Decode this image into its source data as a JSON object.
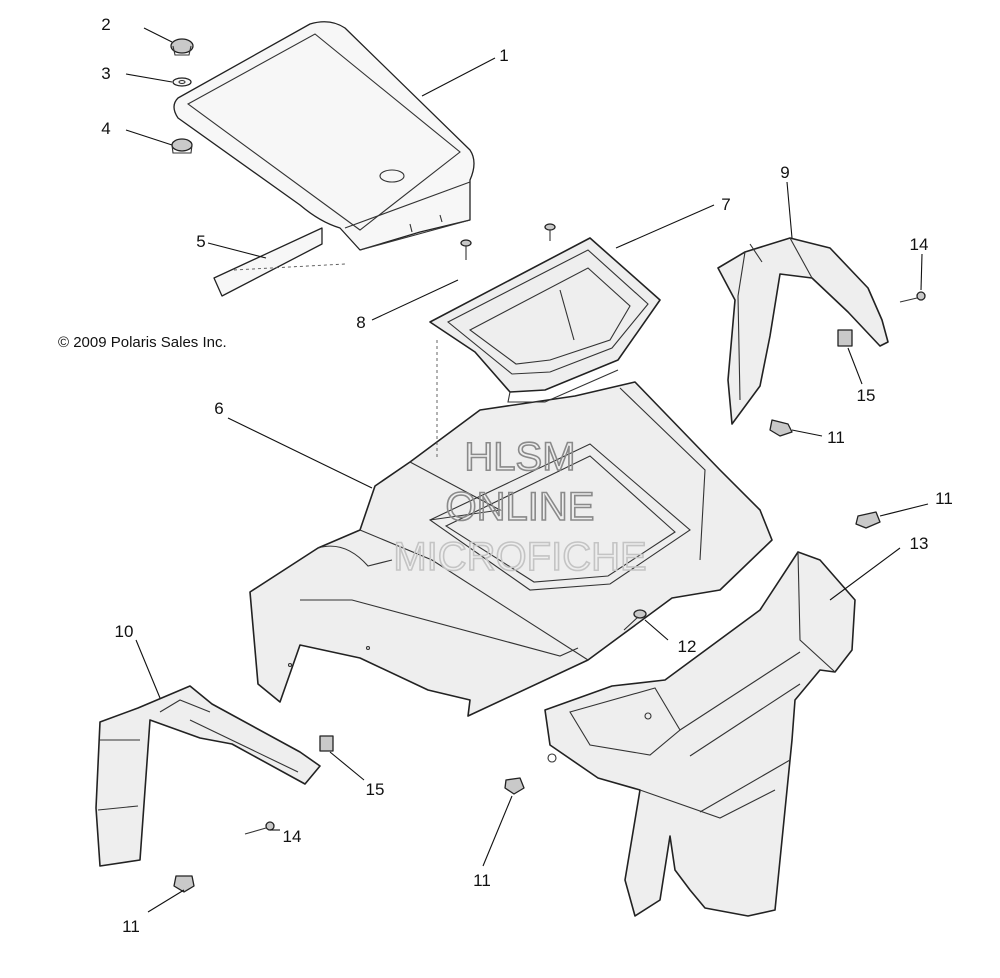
{
  "copyright": "© 2009 Polaris Sales Inc.",
  "watermark": {
    "lines": [
      "HLSM",
      "ONLINE",
      "MICROFICHE"
    ],
    "color": "#8a8a8a"
  },
  "callouts": {
    "c1": "1",
    "c2": "2",
    "c3": "3",
    "c4": "4",
    "c5": "5",
    "c6": "6",
    "c7": "7",
    "c8": "8",
    "c9": "9",
    "c10": "10",
    "c11a": "11",
    "c11b": "11",
    "c11c": "11",
    "c11d": "11",
    "c12": "12",
    "c13": "13",
    "c14a": "14",
    "c14b": "14",
    "c15a": "15",
    "c15b": "15"
  }
}
